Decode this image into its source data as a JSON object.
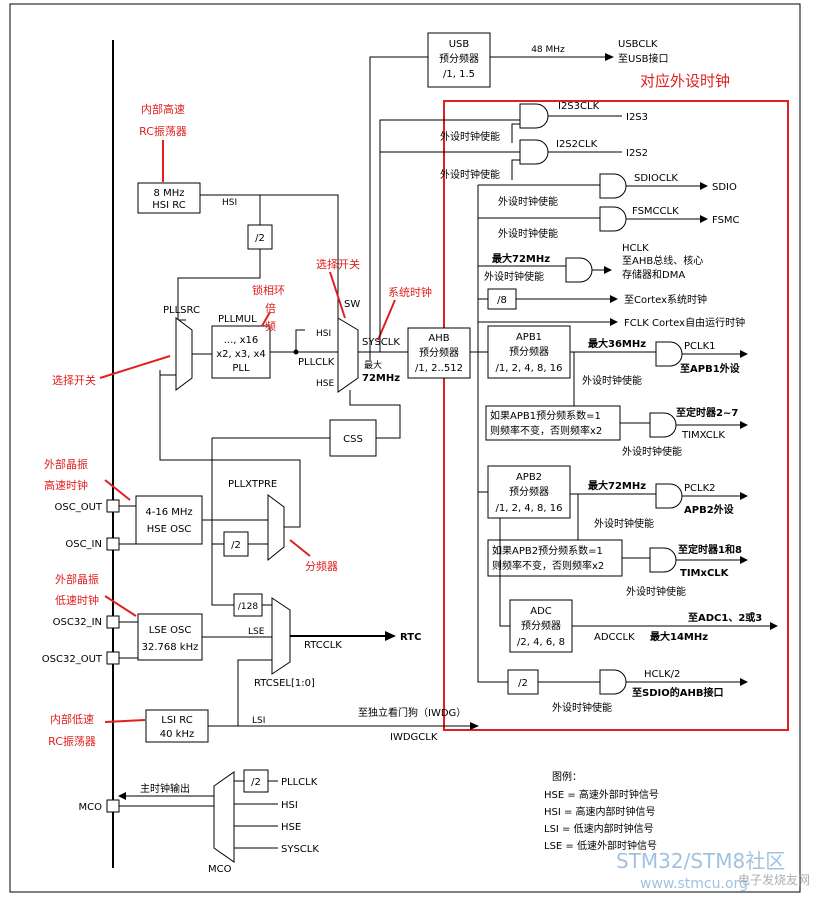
{
  "usb": {
    "line1": "USB",
    "line2": "预分频器",
    "line3": "/1, 1.5",
    "freq": "48 MHz",
    "out": "USBCLK",
    "dest": "至USB接口"
  },
  "peripheral_title": "对应外设时钟",
  "annotations": {
    "hsi_rc": [
      "内部高速",
      "RC振荡器"
    ],
    "select_switch_top": "选择开关",
    "pll_mult": [
      "锁相环",
      "倍",
      "频"
    ],
    "sysclk": "系统时钟",
    "select_switch_left": "选择开关",
    "hse_osc": [
      "外部晶振",
      "高速时钟"
    ],
    "lse_osc": [
      "外部晶振",
      "低速时钟"
    ],
    "divider": "分频器",
    "lsi_rc": [
      "内部低速",
      "RC振荡器"
    ]
  },
  "hsi": {
    "line1": "8 MHz",
    "line2": "HSI RC",
    "wire": "HSI",
    "div2": "/2"
  },
  "pll": {
    "src": "PLLSRC",
    "mul": "PLLMUL",
    "line1": "..., x16",
    "line2": "x2, x3, x4",
    "line3": "PLL",
    "pllclk": "PLLCLK"
  },
  "sw": {
    "label": "SW",
    "hsi": "HSI",
    "hse": "HSE",
    "sysclk": "SYSCLK",
    "max": "最大",
    "max2": "72MHz"
  },
  "ahb": {
    "line1": "AHB",
    "line2": "预分频器",
    "line3": "/1, 2..512"
  },
  "css": "CSS",
  "pllxtpre": {
    "label": "PLLXTPRE",
    "div2": "/2"
  },
  "hse": {
    "line1": "4-16 MHz",
    "line2": "HSE OSC",
    "pin_out": "OSC_OUT",
    "pin_in": "OSC_IN"
  },
  "lse": {
    "line1": "LSE OSC",
    "line2": "32.768 kHz",
    "pin_in": "OSC32_IN",
    "pin_out": "OSC32_OUT",
    "wire": "LSE"
  },
  "rtc": {
    "div128": "/128",
    "rtcclk": "RTCCLK",
    "rtc": "RTC",
    "rtcsel": "RTCSEL[1:0]"
  },
  "lsi": {
    "line1": "LSI RC",
    "line2": "40 kHz",
    "wire": "LSI",
    "iwdg_dest": "至独立看门狗（IWDG）",
    "iwdgclk": "IWDGCLK"
  },
  "i2s": {
    "i2s3clk": "I2S3CLK",
    "i2s3": "I2S3",
    "i2s2clk": "I2S2CLK",
    "i2s2": "I2S2",
    "enable": "外设时钟使能"
  },
  "sdio": {
    "clk": "SDIOCLK",
    "out": "SDIO",
    "enable": "外设时钟使能"
  },
  "fsmc": {
    "clk": "FSMCCLK",
    "out": "FSMC",
    "enable": "外设时钟使能"
  },
  "hclk": {
    "max": "最大72MHz",
    "enable": "外设时钟使能",
    "name": "HCLK",
    "dest1": "至AHB总线、核心",
    "dest2": "存储器和DMA"
  },
  "cortex": {
    "div8": "/8",
    "dest": "至Cortex系统时钟",
    "fclk": "FCLK Cortex自由运行时钟"
  },
  "apb1": {
    "line1": "APB1",
    "line2": "预分频器",
    "line3": "/1, 2, 4, 8, 16",
    "max": "最大36MHz",
    "pclk": "PCLK1",
    "dest": "至APB1外设",
    "enable": "外设时钟使能"
  },
  "tim1": {
    "note1": "如果APB1预分频系数=1",
    "note2": "则频率不变，否则频率x2",
    "dest": "至定时器2~7",
    "clk": "TIMXCLK",
    "enable": "外设时钟使能"
  },
  "apb2": {
    "line1": "APB2",
    "line2": "预分频器",
    "line3": "/1, 2, 4, 8, 16",
    "max": "最大72MHz",
    "pclk": "PCLK2",
    "dest": "APB2外设",
    "enable": "外设时钟使能"
  },
  "tim2": {
    "note1": "如果APB2预分频系数=1",
    "note2": "则频率不变，否则频率x2",
    "dest": "至定时器1和8",
    "clk": "TIMxCLK",
    "enable": "外设时钟使能"
  },
  "adc": {
    "line1": "ADC",
    "line2": "预分频器",
    "line3": "/2, 4, 6, 8",
    "clk": "ADCCLK",
    "max": "最大14MHz",
    "dest": "至ADC1、2或3"
  },
  "sdio_ahb": {
    "div2": "/2",
    "clk": "HCLK/2",
    "dest": "至SDIO的AHB接口",
    "enable": "外设时钟使能"
  },
  "mco": {
    "label": "MCO",
    "title": "主时钟输出",
    "div2": "/2",
    "in1": "PLLCLK",
    "in2": "HSI",
    "in3": "HSE",
    "in4": "SYSCLK",
    "mux": "MCO"
  },
  "legend": {
    "title": "图例：",
    "hse": "HSE = 高速外部时钟信号",
    "hsi": "HSI = 高速内部时钟信号",
    "lsi": "LSI = 低速内部时钟信号",
    "lse": "LSE = 低速外部时钟信号"
  },
  "watermark": {
    "line1": "STM32/STM8社区",
    "line2": "www.stmcu.org",
    "site": "电子发烧友网"
  }
}
